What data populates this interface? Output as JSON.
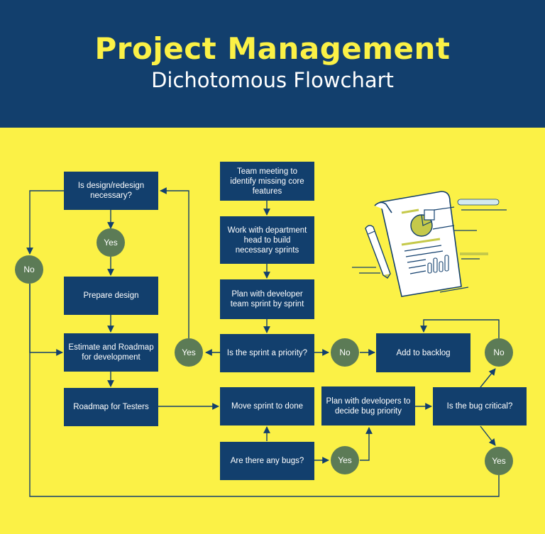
{
  "header": {
    "title": "Project Management",
    "subtitle": "Dichotomous Flowchart"
  },
  "nodes": {
    "design_q": "Is design/redesign necessary?",
    "prepare": "Prepare design",
    "estimate": "Estimate and Roadmap for development",
    "testers": "Roadmap for Testers",
    "meeting": "Team meeting to identify missing core features",
    "work_dept": "Work with department head to build necessary sprints",
    "plan_dev": "Plan with developer team sprint by sprint",
    "priority_q": "Is the sprint a priority?",
    "backlog": "Add to backlog",
    "move_done": "Move sprint to done",
    "plan_bug": "Plan with developers to decide bug priority",
    "critical_q": "Is the bug critical?",
    "bugs_q": "Are there any bugs?"
  },
  "decisions": {
    "yes_design": "Yes",
    "no_design": "No",
    "yes_priority": "Yes",
    "no_priority": "No",
    "no_critical": "No",
    "yes_critical": "Yes",
    "yes_bugs": "Yes"
  },
  "colors": {
    "header_bg": "#123f6d",
    "page_bg": "#fbf146",
    "title": "#fbf146",
    "box": "#123f6d",
    "circle": "#5c7b56",
    "connector": "#123f6d",
    "illustration_accent": "#c5c94a"
  }
}
